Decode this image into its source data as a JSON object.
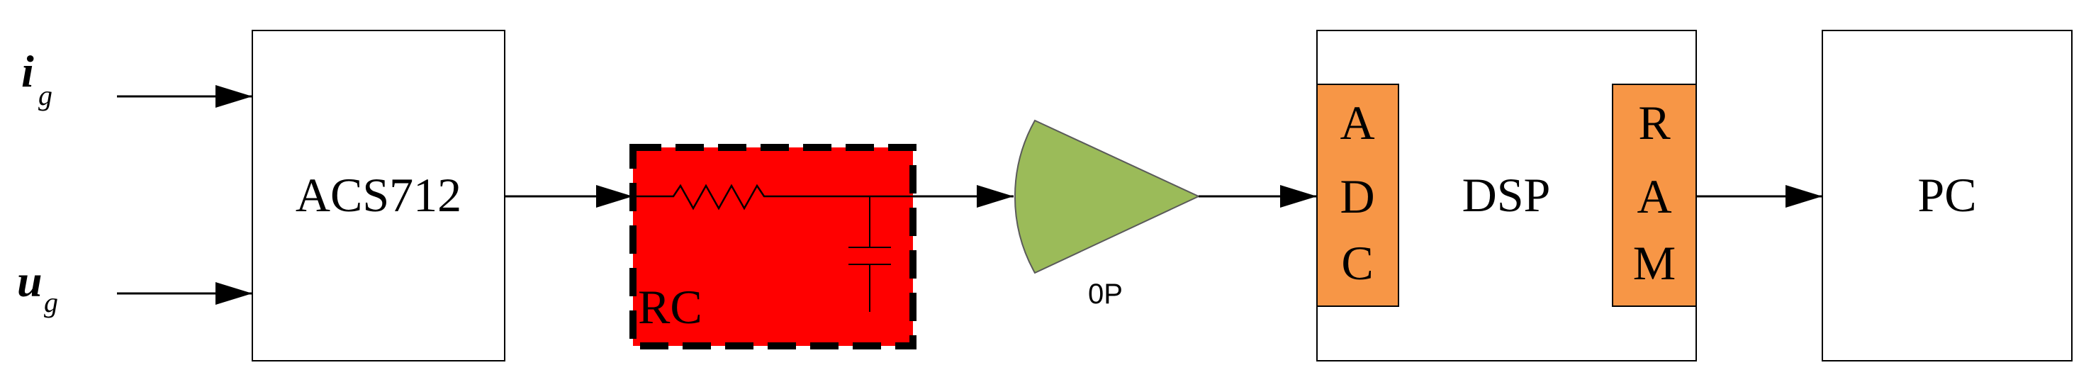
{
  "inputs": {
    "current": {
      "symbol": "i",
      "subscript": "g"
    },
    "voltage": {
      "symbol": "u",
      "subscript": "g"
    }
  },
  "blocks": {
    "sensor": "ACS712",
    "filter": "RC",
    "amplifier": "0P",
    "processor": "DSP",
    "adc_letters": [
      "A",
      "D",
      "C"
    ],
    "ram_letters": [
      "R",
      "A",
      "M"
    ],
    "pc": "PC"
  },
  "colors": {
    "filter_fill": "#ff0000",
    "amplifier_fill": "#9bbb59",
    "adc_ram_fill": "#f79646",
    "line": "#000000"
  }
}
